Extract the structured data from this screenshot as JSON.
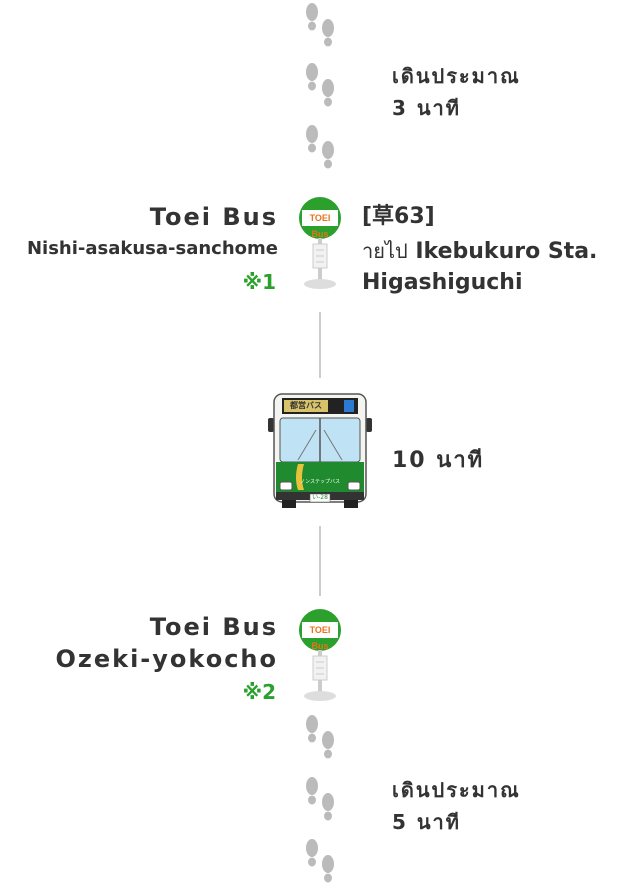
{
  "walk_top": {
    "line1": "เดินประมาณ",
    "line2": "3 นาที"
  },
  "stop_1": {
    "operator": "Toei Bus",
    "name": "Nishi-asakusa-sanchome",
    "note": "※1",
    "sign_label": "TOEI Bus",
    "route_code": "[草63]",
    "route_dest_prefix": "ายไป",
    "route_dest": "Ikebukuro Sta.",
    "route_dest_line2": "Higashiguchi"
  },
  "ride": {
    "duration": "10 นาที",
    "bus_display": "都営バス",
    "bus_plate": "い-28",
    "bus_logo": "ノンステップバス"
  },
  "stop_2": {
    "operator": "Toei Bus",
    "name": "Ozeki-yokocho",
    "note": "※2",
    "sign_label": "TOEI Bus"
  },
  "walk_bottom": {
    "line1": "เดินประมาณ",
    "line2": "5 นาที"
  },
  "colors": {
    "accent_green": "#2ca02c",
    "bus_green": "#1f8a2e",
    "sign_orange": "#e8731c",
    "text": "#333333",
    "footprint": "#bbbbbb"
  }
}
